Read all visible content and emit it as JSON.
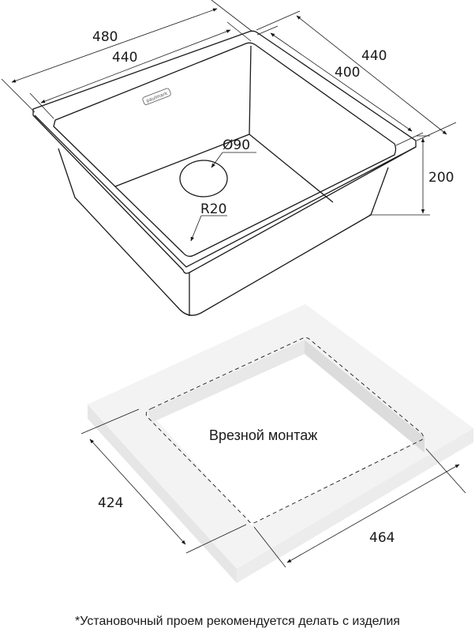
{
  "sink": {
    "logo": "paulmark",
    "dims": {
      "outer_width": "480",
      "inner_width": "440",
      "outer_depth": "440",
      "inner_depth": "400",
      "height": "200",
      "drain": "Ø90",
      "radius": "R20"
    }
  },
  "cutout": {
    "label": "Врезной монтаж",
    "depth": "424",
    "width": "464"
  },
  "footnote": "*Установочный проем рекомендуется делать с изделия",
  "colors": {
    "line": "#1a1a1a",
    "slab": "#f2f2f2",
    "slab_side": "#e6e6e6",
    "hole_wall": "#dcdcdc"
  }
}
